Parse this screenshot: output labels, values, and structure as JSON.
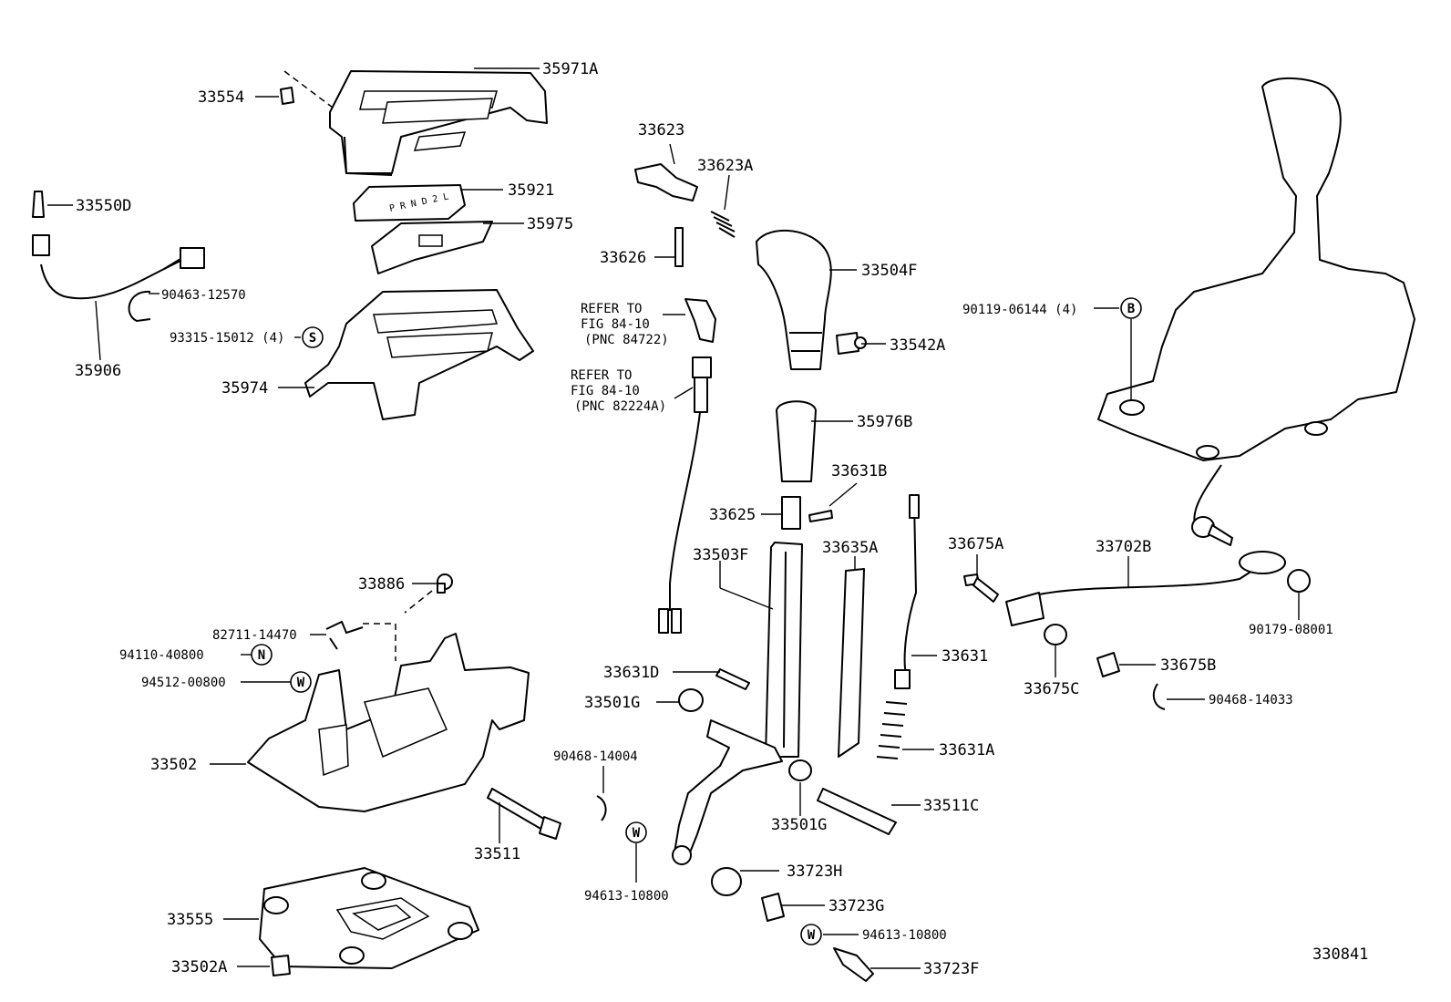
{
  "diagram_id": "330841",
  "labels": {
    "p35971A": "35971A",
    "p33554": "33554",
    "p35921": "35921",
    "p35975": "35975",
    "p33550D": "33550D",
    "p90463": "90463-12570",
    "p93315": "93315-15012 (4)",
    "p35906": "35906",
    "p35974": "35974",
    "p33623": "33623",
    "p33623A": "33623A",
    "p33626": "33626",
    "p33504F": "33504F",
    "p33542A": "33542A",
    "p35976B": "35976B",
    "p33631B": "33631B",
    "p33625": "33625",
    "p33503F": "33503F",
    "p33635A": "33635A",
    "p33631": "33631",
    "p33631A": "33631A",
    "p33631D": "33631D",
    "p33501G_a": "33501G",
    "p33501G_b": "33501G",
    "p33511C": "33511C",
    "p90468_14004": "90468-14004",
    "p94613_a": "94613-10800",
    "p94613_b": "94613-10800",
    "p33723H": "33723H",
    "p33723G": "33723G",
    "p33723F": "33723F",
    "p90119": "90119-06144 (4)",
    "p33675A": "33675A",
    "p33702B": "33702B",
    "p90179": "90179-08001",
    "p33675C": "33675C",
    "p33675B": "33675B",
    "p90468_14033": "90468-14033",
    "p33886": "33886",
    "p82711": "82711-14470",
    "p94110": "94110-40800",
    "p94512": "94512-00800",
    "p33502": "33502",
    "p33511": "33511",
    "p33555": "33555",
    "p33502A": "33502A"
  },
  "refs": {
    "ref1_line1": "REFER TO",
    "ref1_line2": "FIG 84-10",
    "ref1_line3": "(PNC 84722)",
    "ref2_line1": "REFER TO",
    "ref2_line2": "FIG 84-10",
    "ref2_line3": "(PNC 82224A)"
  },
  "markers": {
    "S": "S",
    "B": "B",
    "N": "N",
    "W": "W"
  }
}
